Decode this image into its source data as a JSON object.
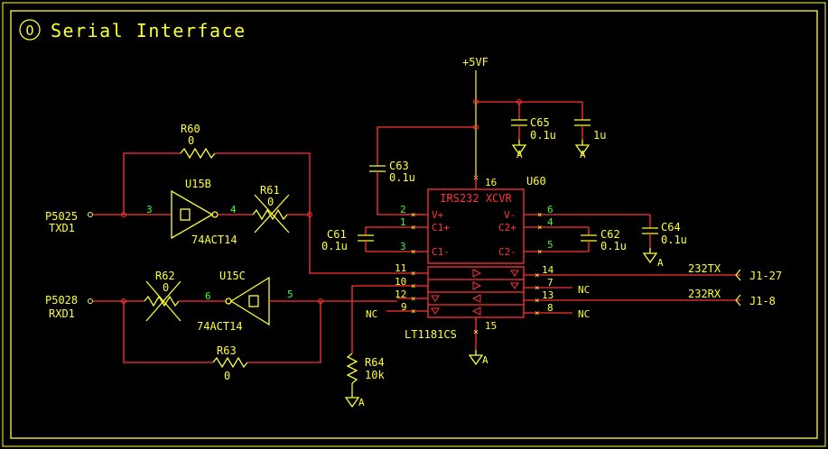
{
  "sheet": {
    "badge": "O",
    "title": "Serial Interface"
  },
  "power": {
    "label": "+5VF",
    "ground": "A"
  },
  "capacitors": {
    "c65": {
      "ref": "C65",
      "value": "0.1u"
    },
    "c_bulk": {
      "value": "1u"
    },
    "c63": {
      "ref": "C63",
      "value": "0.1u"
    },
    "c61": {
      "ref": "C61",
      "value": "0.1u"
    },
    "c62": {
      "ref": "C62",
      "value": "0.1u"
    },
    "c64": {
      "ref": "C64",
      "value": "0.1u"
    }
  },
  "resistors": {
    "r60": {
      "ref": "R60",
      "value": "0"
    },
    "r61": {
      "ref": "R61",
      "value": "0"
    },
    "r62": {
      "ref": "R62",
      "value": "0"
    },
    "r63": {
      "ref": "R63",
      "value": "0"
    },
    "r64": {
      "ref": "R64",
      "value": "10k"
    }
  },
  "buffers": {
    "u15b": {
      "ref": "U15B",
      "part": "74ACT14",
      "pin_in": "3",
      "pin_out": "4"
    },
    "u15c": {
      "ref": "U15C",
      "part": "74ACT14",
      "pin_in": "6",
      "pin_out": "5"
    }
  },
  "ports": {
    "txd": {
      "net": "P5025",
      "name": "TXD1"
    },
    "rxd": {
      "net": "P5028",
      "name": "RXD1"
    }
  },
  "transceiver": {
    "ref": "U60",
    "title": "IRS232 XCVR",
    "part": "LT1181CS",
    "pins_left": [
      {
        "num": "2",
        "name": "V+"
      },
      {
        "num": "1",
        "name": "C1+"
      },
      {
        "num": "3",
        "name": "C1-"
      }
    ],
    "pins_right": [
      {
        "num": "6",
        "name": "V-"
      },
      {
        "num": "4",
        "name": "C2+"
      },
      {
        "num": "5",
        "name": "C2-"
      }
    ],
    "pin_vcc": "16",
    "pin_gnd": "15",
    "io_left": [
      "11",
      "10",
      "12",
      "9"
    ],
    "io_right": [
      "14",
      "7",
      "13",
      "8"
    ]
  },
  "no_connect": "NC",
  "connector": {
    "tx": {
      "net": "232TX",
      "pin": "J1-27"
    },
    "rx": {
      "net": "232RX",
      "pin": "J1-8"
    }
  }
}
